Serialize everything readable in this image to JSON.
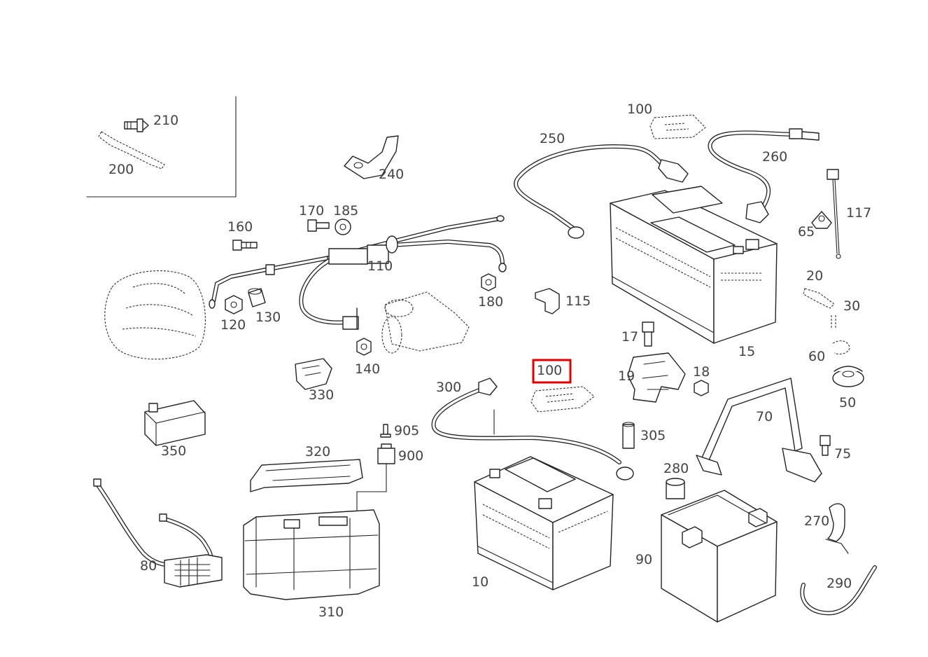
{
  "labels": {
    "p210": "210",
    "p200": "200",
    "p240": "240",
    "p250": "250",
    "p100a": "100",
    "p260": "260",
    "p117": "117",
    "p65": "65",
    "p160": "160",
    "p170": "170",
    "p185": "185",
    "p110": "110",
    "p180": "180",
    "p120": "120",
    "p130": "130",
    "p115": "115",
    "p140": "140",
    "p330": "330",
    "p300": "300",
    "p100b": "100",
    "p17": "17",
    "p19": "19",
    "p18": "18",
    "p15": "15",
    "p20": "20",
    "p30": "30",
    "p60": "60",
    "p50": "50",
    "p70": "70",
    "p350": "350",
    "p320": "320",
    "p905": "905",
    "p900": "900",
    "p305": "305",
    "p280": "280",
    "p75": "75",
    "p270": "270",
    "p80": "80",
    "p310": "310",
    "p10": "10",
    "p90": "90",
    "p290": "290"
  },
  "highlight": {
    "part": "100",
    "color": "#e00000"
  }
}
